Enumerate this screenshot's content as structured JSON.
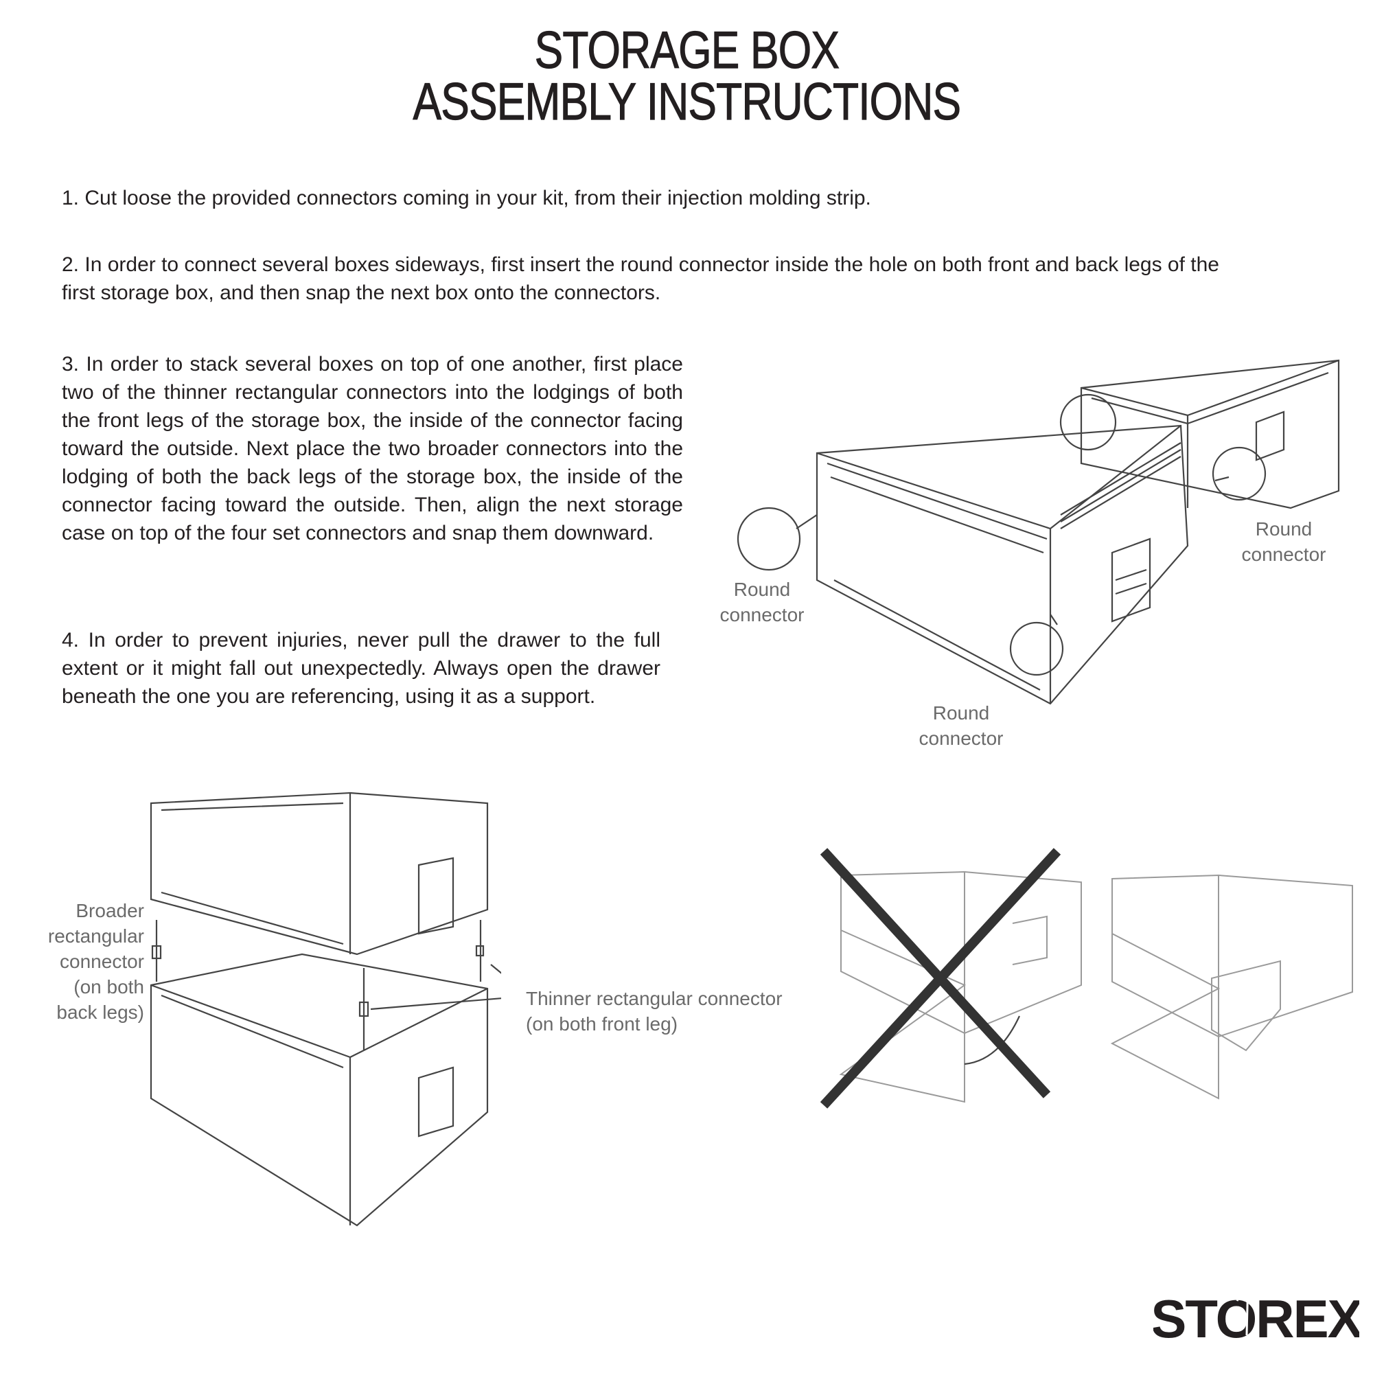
{
  "title": {
    "line1": "STORAGE  BOX",
    "line2": "ASSEMBLY INSTRUCTIONS"
  },
  "steps": [
    "1. Cut loose the provided connectors coming in your kit, from their injection molding strip.",
    "2. In order to connect several boxes sideways, first insert the round connector inside the hole on both front and back legs of the first storage box, and then snap the next box onto the connectors.",
    "3. In order to stack several boxes on top of one another, first place two of the thinner rectangular connectors into the lodgings of both the front legs of the storage box, the inside of the connector facing toward the outside. Next place the two broader connectors into the lodging of both the back legs of the storage box, the inside of the connector facing toward the outside. Then, align the next storage case on top of the four set connectors and snap them downward.",
    "4. In order to prevent injuries, never pull the drawer to the full extent or it might fall out unexpectedly. Always open the drawer beneath the one you are referencing, using it as a support."
  ],
  "diagram_side": {
    "label_left": "Round connector",
    "label_bottom": "Round connector",
    "label_right": "Round connector"
  },
  "diagram_stack": {
    "label_broader": "Broader rectangular connector (on both back legs)",
    "label_thinner": "Thinner rectangular connector (on both front leg)"
  },
  "logo": "STOREX"
}
